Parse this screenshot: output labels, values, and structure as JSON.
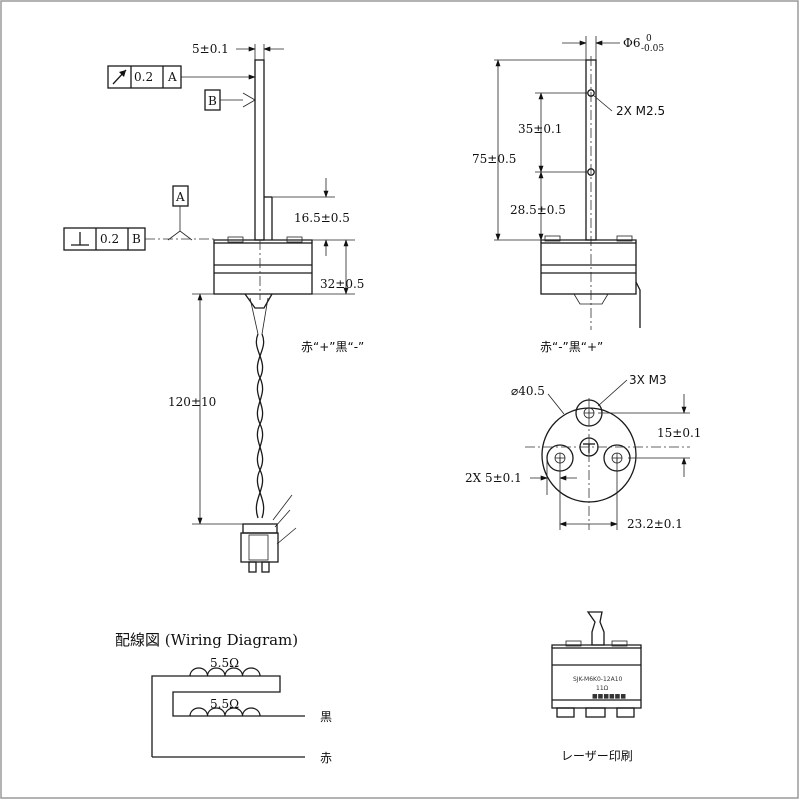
{
  "front_view": {
    "dim_shaft_width": "5±0.1",
    "runout_datum": "A",
    "runout_tolerance": "0.2",
    "runout_symbol": "runout-arrow-icon",
    "datum_b_label": "B",
    "datum_a_label": "A",
    "perp_tolerance": "0.2",
    "perp_datum": "B",
    "perp_symbol": "perpendicularity-icon",
    "dim_flat": "16.5±0.5",
    "dim_body": "32±0.5",
    "dim_lead": "120±10",
    "wire_note": "赤“+”黒“-”"
  },
  "side_view": {
    "dim_diameter": "Φ6",
    "dim_diameter_tol_upper": "0",
    "dim_diameter_tol_lower": "-0.05",
    "hole_note": "2X M2.5",
    "dim_35": "35±0.1",
    "dim_75": "75±0.5",
    "dim_28": "28.5±0.5",
    "wire_note": "赤“-”黒“+”"
  },
  "bottom_view": {
    "dim_body_dia": "⌀40.5",
    "thread_note": "3X M3",
    "dim_15": "15±0.1",
    "dim_2x5": "2X 5±0.1",
    "dim_23": "23.2±0.1"
  },
  "wiring": {
    "title": "配線図 (Wiring Diagram)",
    "coil1": "5.5Ω",
    "coil2": "5.5Ω",
    "lead_black": "黒",
    "lead_red": "赤"
  },
  "laser": {
    "engraving_line1": "SJK-M6K0-12A10",
    "engraving_line2": "11Ω",
    "engraving_line3": "■■■■■■",
    "caption": "レーザー印刷"
  },
  "colors": {
    "line": "#1a1a1a",
    "frame": "#9a9a9a",
    "background": "#ffffff"
  }
}
